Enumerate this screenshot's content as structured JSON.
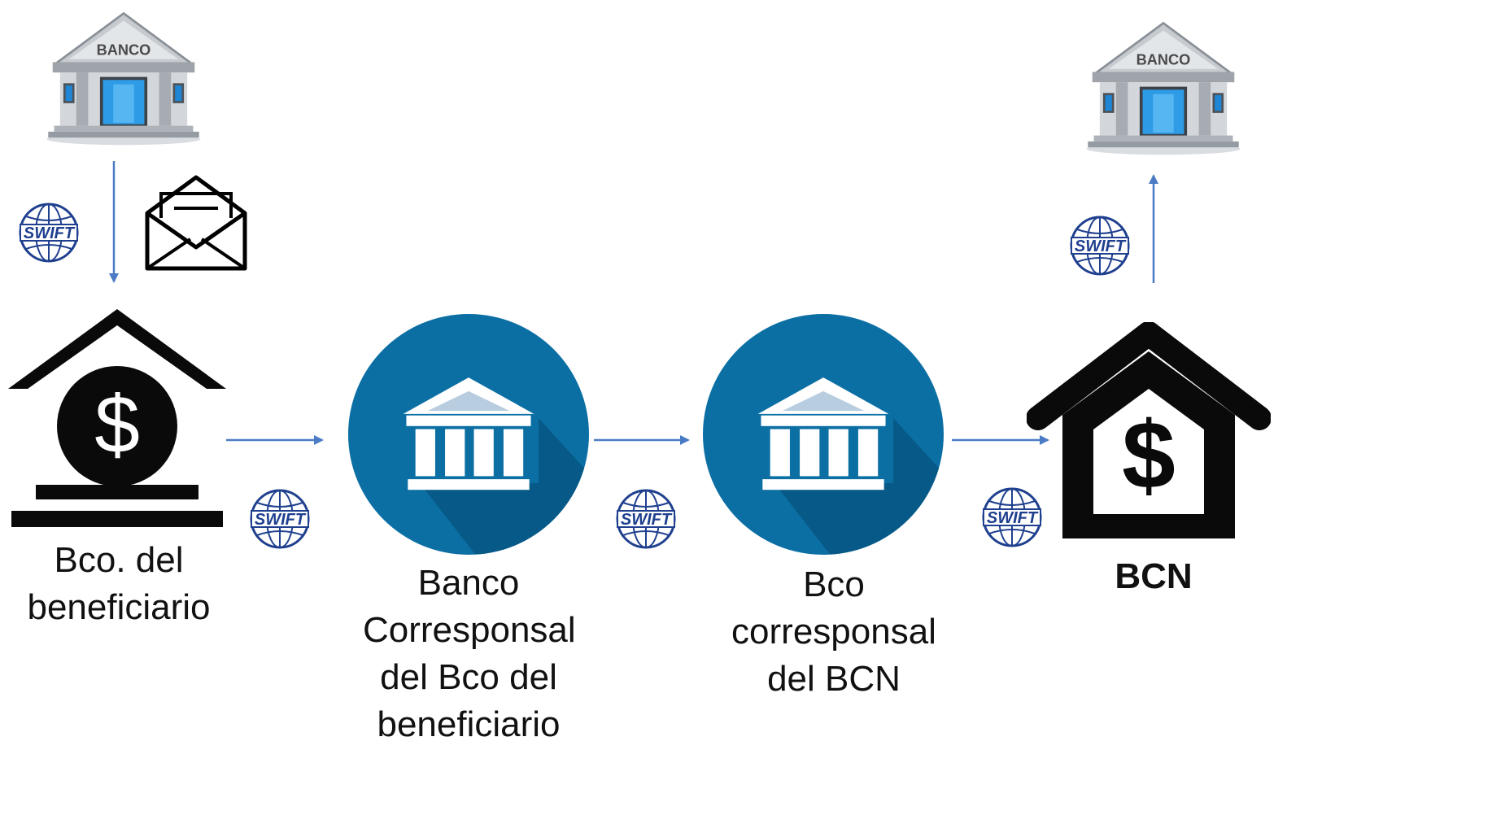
{
  "labels": {
    "bco_beneficiario": [
      "Bco. del",
      "beneficiario"
    ],
    "banco_corresponsal": [
      "Banco",
      "Corresponsal",
      "del Bco del",
      "beneficiario"
    ],
    "bco_corresponsal_bcn": [
      "Bco",
      "corresponsal",
      "del BCN"
    ],
    "bcn": "BCN"
  },
  "building_sign": "BANCO",
  "swift_word": "SWIFT",
  "colors": {
    "arrow": "#4a7bc4",
    "circle": "#0b6fa4",
    "circle_shadow": "#075a88",
    "icon_black": "#0a0a0a",
    "swift_blue": "#1f3f8f"
  }
}
